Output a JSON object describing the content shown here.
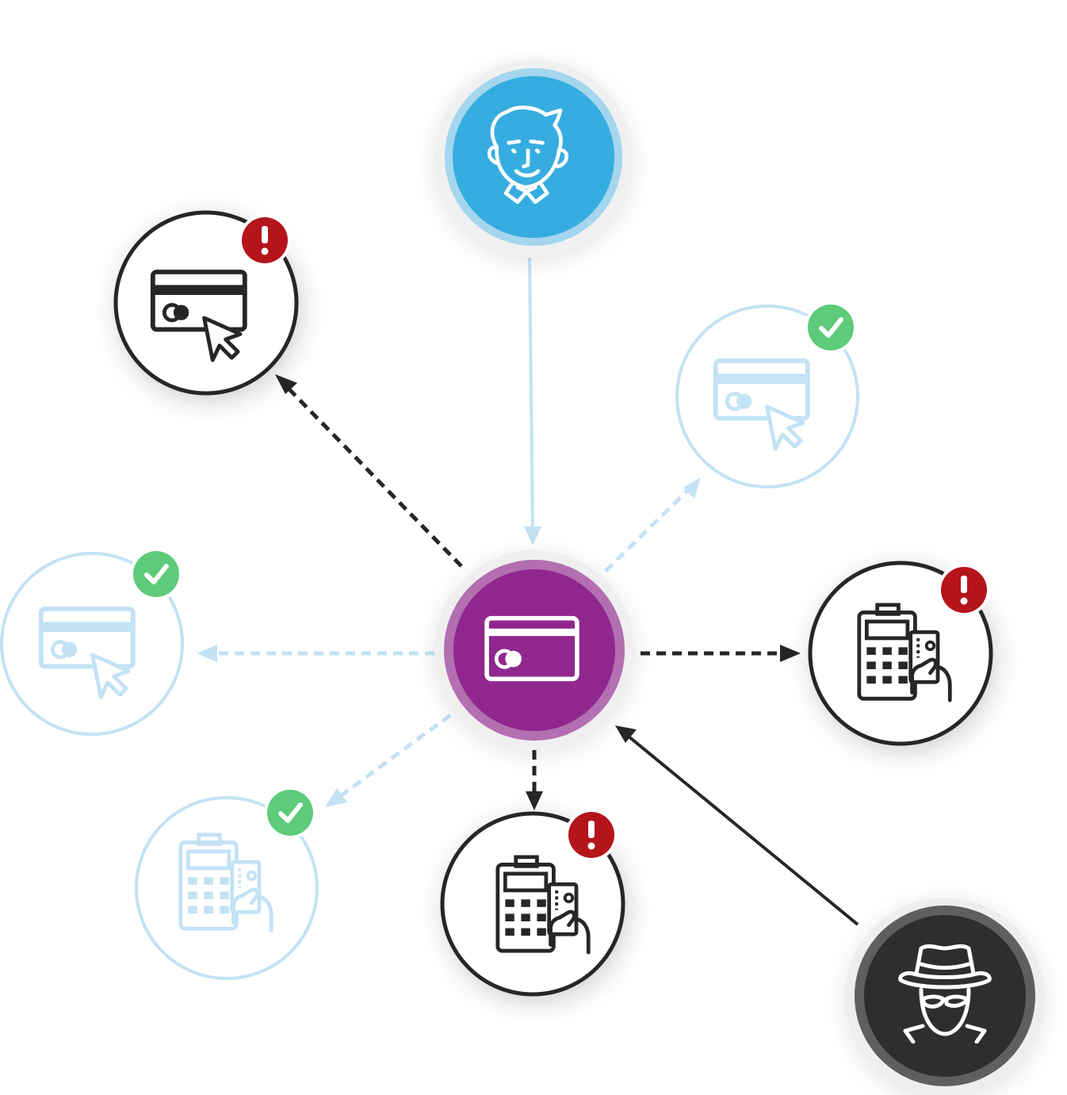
{
  "diagram": {
    "colors": {
      "user": "#36ade0",
      "user_ring": "#a4d6ee",
      "card_center": "#90278e",
      "card_center_ring": "#b36fb1",
      "fraudster": "#2e2e2e",
      "fraudster_ring": "#5f5f5f",
      "compromised_stroke": "#262626",
      "legit_stroke": "#c3e2f4",
      "alert_badge": "#b5141b",
      "check_badge": "#5dcb79",
      "dark_arrow": "#262626",
      "light_arrow": "#c3e2f4"
    },
    "nodes": [
      {
        "id": "user",
        "kind": "user",
        "icon": "user-face-icon"
      },
      {
        "id": "card",
        "kind": "payment-card",
        "icon": "credit-card-icon"
      },
      {
        "id": "fraudster",
        "kind": "fraudster",
        "icon": "spy-icon"
      },
      {
        "id": "online-fraud-top-left",
        "kind": "compromised",
        "icon": "card-online-click-icon",
        "badge": "alert-badge-icon"
      },
      {
        "id": "online-legit-right",
        "kind": "legitimate",
        "icon": "card-online-click-icon",
        "badge": "check-badge-icon"
      },
      {
        "id": "online-legit-left",
        "kind": "legitimate",
        "icon": "card-online-click-icon",
        "badge": "check-badge-icon"
      },
      {
        "id": "pos-fraud-right",
        "kind": "compromised",
        "icon": "pos-terminal-icon",
        "badge": "alert-badge-icon"
      },
      {
        "id": "pos-legit-bottom-left",
        "kind": "legitimate",
        "icon": "pos-terminal-icon",
        "badge": "check-badge-icon"
      },
      {
        "id": "pos-fraud-bottom",
        "kind": "compromised",
        "icon": "pos-terminal-icon",
        "badge": "alert-badge-icon"
      }
    ],
    "edges": [
      {
        "from": "user",
        "to": "card",
        "style": "solid",
        "tone": "light"
      },
      {
        "from": "fraudster",
        "to": "card",
        "style": "solid",
        "tone": "dark"
      },
      {
        "from": "card",
        "to": "online-fraud-top-left",
        "style": "dashed",
        "tone": "dark"
      },
      {
        "from": "card",
        "to": "online-legit-right",
        "style": "dashed",
        "tone": "light"
      },
      {
        "from": "card",
        "to": "online-legit-left",
        "style": "dashed",
        "tone": "light"
      },
      {
        "from": "card",
        "to": "pos-fraud-right",
        "style": "dashed",
        "tone": "dark"
      },
      {
        "from": "card",
        "to": "pos-legit-bottom-left",
        "style": "dashed",
        "tone": "light"
      },
      {
        "from": "card",
        "to": "pos-fraud-bottom",
        "style": "dashed",
        "tone": "dark"
      }
    ]
  }
}
